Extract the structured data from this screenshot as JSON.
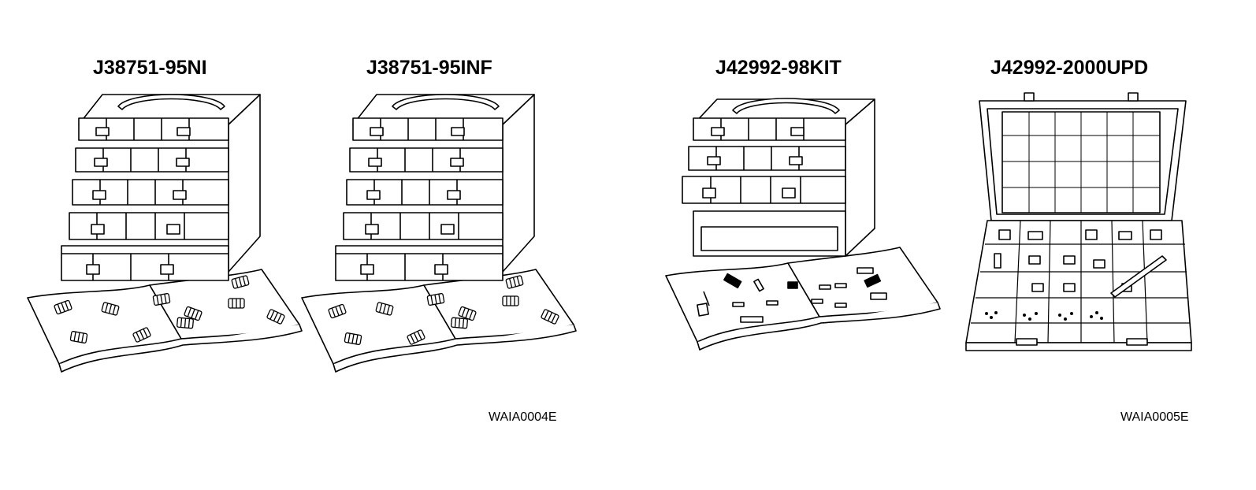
{
  "kits": [
    {
      "title": "J38751-95NI"
    },
    {
      "title": "J38751-95INF"
    },
    {
      "title": "J42992-98KIT"
    },
    {
      "title": "J42992-2000UPD"
    }
  ],
  "figure_codes": [
    "WAIA0004E",
    "WAIA0005E"
  ]
}
